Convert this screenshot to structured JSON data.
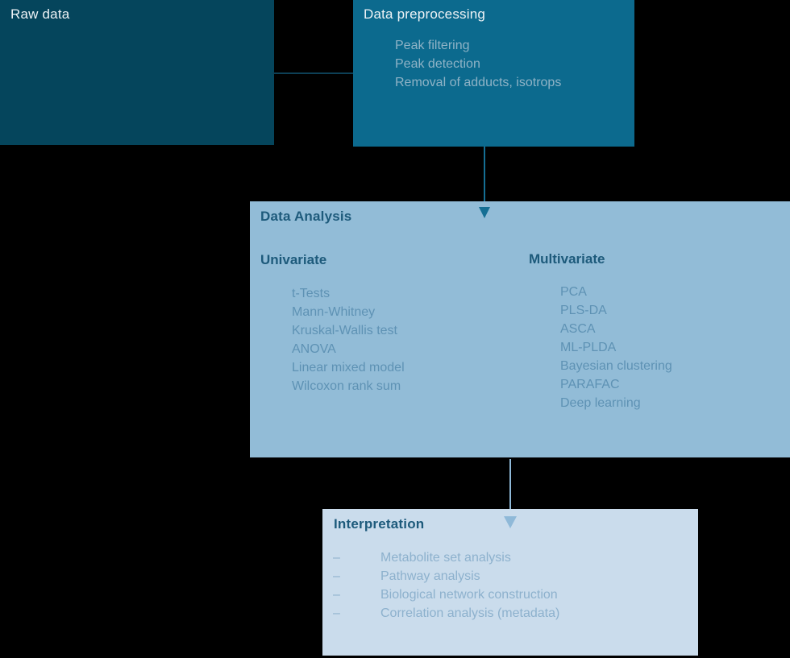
{
  "colors": {
    "background": "#000000",
    "raw_box": "#05455c",
    "preprocessing_box": "#0c6a8e",
    "analysis_box": "#92bcd7",
    "interpretation_box": "#cadcec",
    "title_on_dark": "#eef3f6",
    "title_on_light": "#1d5a7b",
    "items_on_teal": "#8fb3c6",
    "items_on_blue": "#5e92b4",
    "items_on_light": "#8db1cd",
    "arrow1": "#0d4056",
    "arrow2": "#156f94",
    "arrow3": "#8fb9d8"
  },
  "raw": {
    "title": "Raw data"
  },
  "preprocessing": {
    "title": "Data preprocessing",
    "items": [
      "Peak filtering",
      "Peak detection",
      "Removal of adducts, isotrops"
    ]
  },
  "analysis": {
    "title": "Data Analysis",
    "univariate": {
      "heading": "Univariate",
      "items": [
        "t-Tests",
        "Mann-Whitney",
        "Kruskal-Wallis test",
        "ANOVA",
        "Linear mixed model",
        "Wilcoxon rank sum"
      ]
    },
    "multivariate": {
      "heading": "Multivariate",
      "items": [
        "PCA",
        "PLS-DA",
        "ASCA",
        "ML-PLDA",
        "Bayesian clustering",
        "PARAFAC",
        "Deep learning"
      ]
    }
  },
  "interpretation": {
    "title": "Interpretation",
    "bullet": "–",
    "items": [
      "Metabolite set analysis",
      "Pathway analysis",
      "Biological network construction",
      "Correlation analysis (metadata)"
    ]
  }
}
